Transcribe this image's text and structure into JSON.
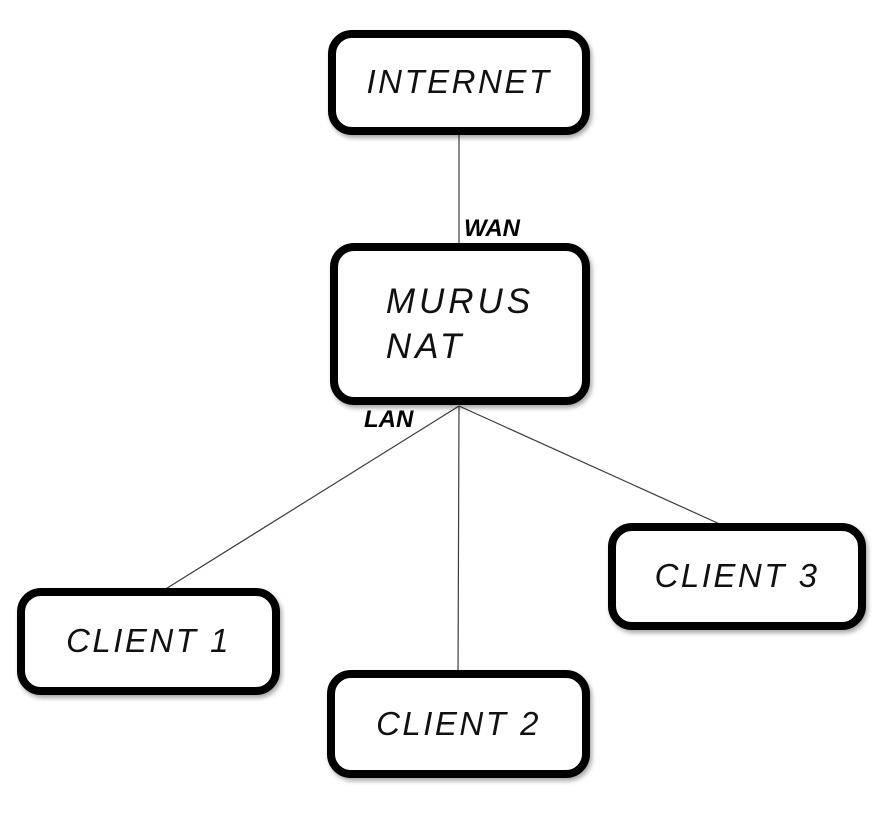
{
  "diagram": {
    "type": "network-topology",
    "background_color": "#ffffff",
    "node_border_color": "#000000",
    "node_fill_color": "#ffffff",
    "line_color": "#3c3c3c",
    "nodes": {
      "internet": {
        "label": "INTERNET"
      },
      "murus": {
        "line1": "MURUS",
        "line2": "NAT"
      },
      "client1": {
        "label": "CLIENT 1"
      },
      "client2": {
        "label": "CLIENT 2"
      },
      "client3": {
        "label": "CLIENT 3"
      }
    },
    "edge_labels": {
      "wan": "WAN",
      "lan": "LAN"
    },
    "edges": [
      {
        "from": "INTERNET",
        "to": "MURUS NAT",
        "label": "WAN"
      },
      {
        "from": "MURUS NAT",
        "to": "CLIENT 1",
        "label": "LAN"
      },
      {
        "from": "MURUS NAT",
        "to": "CLIENT 2",
        "label": "LAN"
      },
      {
        "from": "MURUS NAT",
        "to": "CLIENT 3",
        "label": "LAN"
      }
    ]
  }
}
